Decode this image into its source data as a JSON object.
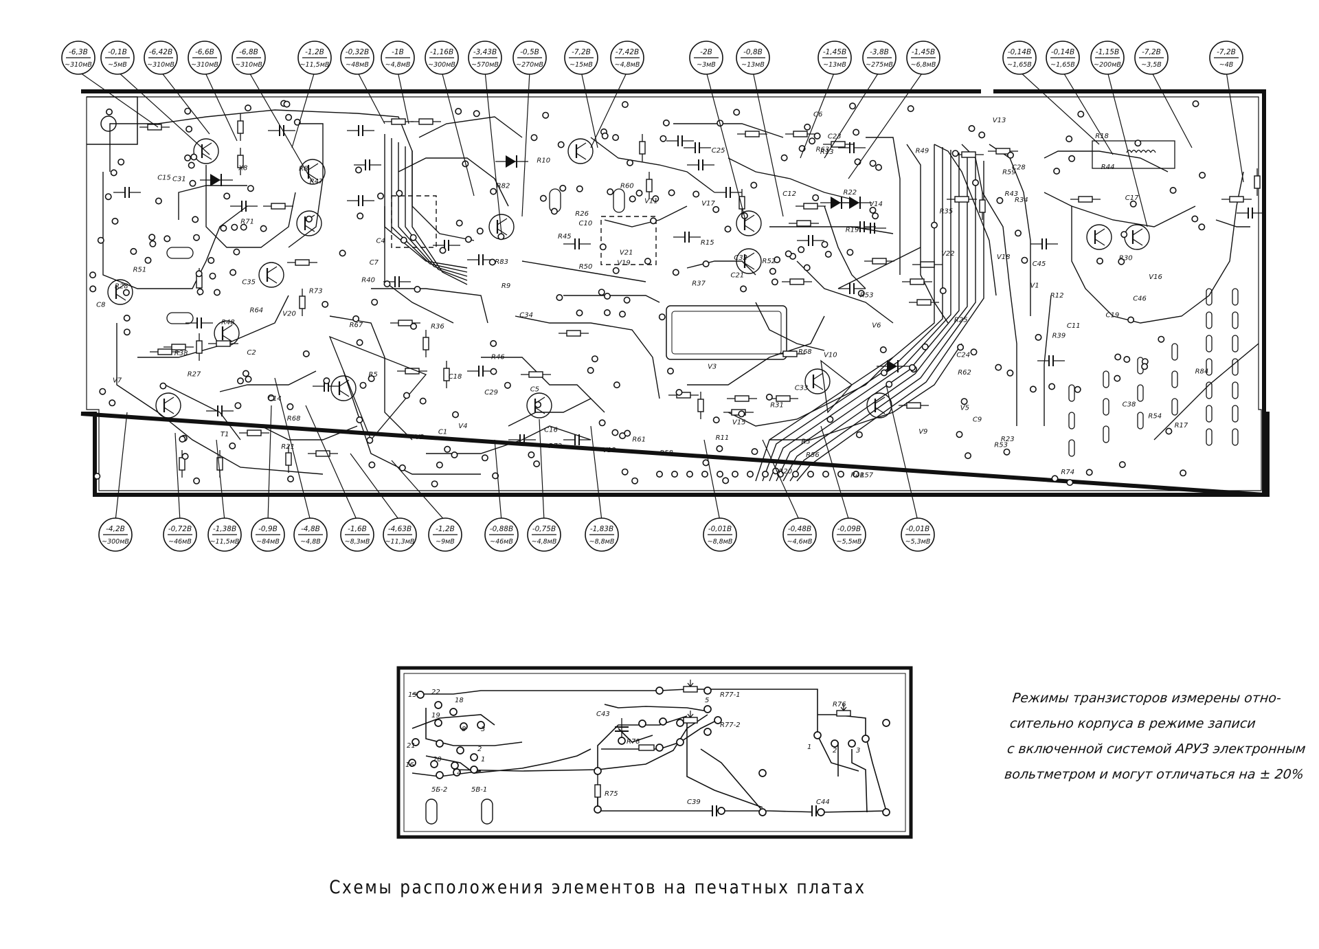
{
  "main_board": {
    "top_callouts": [
      {
        "dc": "-6,3В",
        "ac": "~310мВ"
      },
      {
        "dc": "-0,1В",
        "ac": "~5мВ"
      },
      {
        "dc": "-6,42В",
        "ac": "~310мВ"
      },
      {
        "dc": "-6,6В",
        "ac": "~310мВ"
      },
      {
        "dc": "-6,8В",
        "ac": "~310мВ"
      },
      {
        "dc": "-1,2В",
        "ac": "~11,5мВ"
      },
      {
        "dc": "-0,32В",
        "ac": "~48мВ"
      },
      {
        "dc": "-1В",
        "ac": "~4,8мВ"
      },
      {
        "dc": "-1,16В",
        "ac": "~300мВ"
      },
      {
        "dc": "-3,43В",
        "ac": "~570мВ"
      },
      {
        "dc": "-0,5В",
        "ac": "~270мВ"
      },
      {
        "dc": "-7,2В",
        "ac": "~15мВ"
      },
      {
        "dc": "-7,42В",
        "ac": "~4,8мВ"
      },
      {
        "dc": "-2В",
        "ac": "~3мВ"
      },
      {
        "dc": "-0,8В",
        "ac": "~13мВ"
      },
      {
        "dc": "-1,45В",
        "ac": "~13мВ"
      },
      {
        "dc": "-3,8В",
        "ac": "~275мВ"
      },
      {
        "dc": "-1,45В",
        "ac": "~6,8мВ"
      },
      {
        "dc": "-0,14В",
        "ac": "~1,65В"
      },
      {
        "dc": "-0,14В",
        "ac": "~1,65В"
      },
      {
        "dc": "-1,15В",
        "ac": "~200мВ"
      },
      {
        "dc": "-7,2В",
        "ac": "~3,5В"
      },
      {
        "dc": "-7,2В",
        "ac": "~4В"
      }
    ],
    "bottom_callouts": [
      {
        "dc": "-4,2В",
        "ac": "~300мВ"
      },
      {
        "dc": "-0,72В",
        "ac": "~46мВ"
      },
      {
        "dc": "-1,38В",
        "ac": "~11,5мВ"
      },
      {
        "dc": "-0,9В",
        "ac": "~84мВ"
      },
      {
        "dc": "-4,8В",
        "ac": "~4,8В"
      },
      {
        "dc": "-1,6В",
        "ac": "~8,3мВ"
      },
      {
        "dc": "-4,63В",
        "ac": "~11,3мВ"
      },
      {
        "dc": "-1,2В",
        "ac": "~9мВ"
      },
      {
        "dc": "-0,88В",
        "ac": "~46мВ"
      },
      {
        "dc": "-0,75В",
        "ac": "~4,8мВ"
      },
      {
        "dc": "-1,83В",
        "ac": "~8,8мВ"
      },
      {
        "dc": "-0,01В",
        "ac": "~8,8мВ"
      },
      {
        "dc": "-0,48В",
        "ac": "~4,6мВ"
      },
      {
        "dc": "-0,09В",
        "ac": "~5,5мВ"
      },
      {
        "dc": "-0,01В",
        "ac": "~5,3мВ"
      }
    ],
    "component_labels": [
      "R74",
      "V20",
      "R68",
      "C31",
      "C38",
      "R71",
      "R68",
      "R36",
      "R35",
      "V11",
      "V14",
      "R53",
      "C29",
      "R10",
      "R27",
      "R25",
      "R37",
      "R51",
      "T1",
      "R18",
      "V17",
      "V18",
      "C46",
      "C35",
      "R67",
      "V19",
      "R44",
      "V10",
      "R48",
      "C18",
      "R22",
      "R26",
      "R39",
      "C19",
      "V9",
      "C28",
      "R41",
      "R46",
      "V3",
      "V4",
      "C6",
      "C34",
      "R73",
      "C17",
      "C23",
      "C12",
      "V6",
      "R30",
      "C24",
      "C45",
      "R45",
      "C8",
      "R72",
      "V21",
      "V22",
      "C16",
      "R43",
      "R47",
      "C25",
      "V7",
      "R38",
      "R40",
      "C21",
      "R49",
      "R34",
      "R62",
      "R61",
      "R31",
      "R17",
      "R19",
      "V16",
      "R60",
      "C33",
      "R64",
      "R63",
      "R53",
      "C32",
      "R23",
      "R21",
      "R15",
      "V2",
      "C10",
      "C5",
      "R50",
      "V13",
      "V12",
      "V15",
      "R52",
      "C15",
      "R28",
      "C14",
      "R11",
      "C2",
      "V1",
      "C4",
      "R5",
      "R54",
      "R58",
      "R57",
      "R59",
      "R56",
      "V5",
      "C9",
      "R84",
      "R12",
      "R8",
      "C11",
      "C7",
      "R9",
      "R3",
      "C1",
      "R13",
      "R20",
      "R82",
      "R83",
      "X8"
    ]
  },
  "sub_board": {
    "component_labels": [
      "R77-1",
      "R77-2",
      "R76",
      "C43",
      "R78",
      "R75",
      "C39",
      "C44",
      "5Б-2",
      "5В-1"
    ],
    "pad_numbers": [
      "15",
      "22",
      "18",
      "19",
      "8",
      "3",
      "21",
      "2",
      "16",
      "20",
      "4",
      "1",
      "1",
      "2",
      "3",
      "5"
    ]
  },
  "note": {
    "lines": [
      "Режимы транзисторов измерены отно-",
      "сительно корпуса в режиме записи",
      "с включенной системой АРУЗ электронным",
      "вольтметром и могут отличаться на ± 20%"
    ]
  },
  "caption": "Схемы расположения элементов на печатных платах"
}
